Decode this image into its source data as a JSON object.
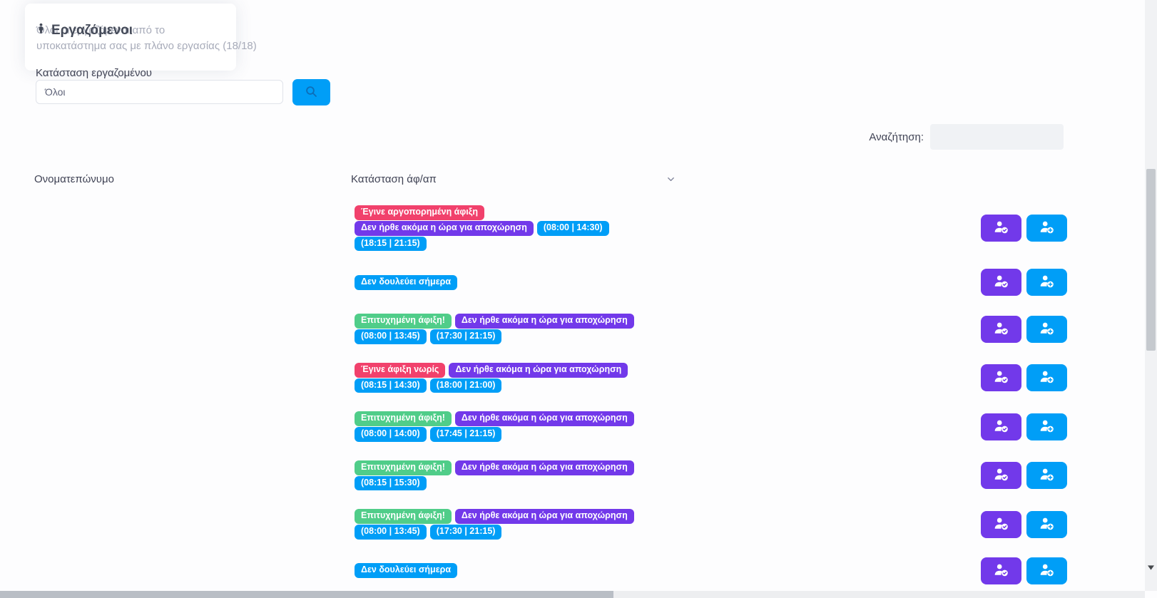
{
  "header_card": {
    "title": "Εργαζόμενοι",
    "subtitle_line1": "Όλοι οι εργαζόμενοι από το",
    "subtitle_line2": "υποκατάστημα σας με πλάνο εργασίας (18/18)"
  },
  "filter": {
    "label": "Κατάσταση εργαζομένου",
    "selected_option": "Όλοι"
  },
  "search": {
    "label": "Αναζήτηση:",
    "value": ""
  },
  "table": {
    "name_column": "Ονοματεπώνυμο",
    "status_column": "Κατάσταση άφ/απ",
    "rows": [
      {
        "name": "",
        "lines": [
          [
            {
              "text": "Έγινε αργοπορημένη άφιξη",
              "color": "danger"
            }
          ],
          [
            {
              "text": "Δεν ήρθε ακόμα η ώρα για αποχώρηση",
              "color": "purple"
            },
            {
              "text": "(08:00 | 14:30)",
              "color": "info"
            }
          ],
          [
            {
              "text": "(18:15 | 21:15)",
              "color": "info"
            }
          ]
        ]
      },
      {
        "name": "",
        "lines": [
          [
            {
              "text": "Δεν δουλεύει σήμερα",
              "color": "info"
            }
          ]
        ]
      },
      {
        "name": "",
        "lines": [
          [
            {
              "text": "Επιτυχημένη άφιξη!",
              "color": "success"
            },
            {
              "text": "Δεν ήρθε ακόμα η ώρα για αποχώρηση",
              "color": "purple"
            }
          ],
          [
            {
              "text": "(08:00 | 13:45)",
              "color": "info"
            },
            {
              "text": "(17:30 | 21:15)",
              "color": "info"
            }
          ]
        ]
      },
      {
        "name": "",
        "lines": [
          [
            {
              "text": "Έγινε άφιξη νωρίς",
              "color": "danger"
            },
            {
              "text": "Δεν ήρθε ακόμα η ώρα για αποχώρηση",
              "color": "purple"
            }
          ],
          [
            {
              "text": "(08:15 | 14:30)",
              "color": "info"
            },
            {
              "text": "(18:00 | 21:00)",
              "color": "info"
            }
          ]
        ]
      },
      {
        "name": "",
        "lines": [
          [
            {
              "text": "Επιτυχημένη άφιξη!",
              "color": "success"
            },
            {
              "text": "Δεν ήρθε ακόμα η ώρα για αποχώρηση",
              "color": "purple"
            }
          ],
          [
            {
              "text": "(08:00 | 14:00)",
              "color": "info"
            },
            {
              "text": "(17:45 | 21:15)",
              "color": "info"
            }
          ]
        ]
      },
      {
        "name": "",
        "lines": [
          [
            {
              "text": "Επιτυχημένη άφιξη!",
              "color": "success"
            },
            {
              "text": "Δεν ήρθε ακόμα η ώρα για αποχώρηση",
              "color": "purple"
            }
          ],
          [
            {
              "text": "(08:15 | 15:30)",
              "color": "info"
            }
          ]
        ]
      },
      {
        "name": "",
        "lines": [
          [
            {
              "text": "Επιτυχημένη άφιξη!",
              "color": "success"
            },
            {
              "text": "Δεν ήρθε ακόμα η ώρα για αποχώρηση",
              "color": "purple"
            }
          ],
          [
            {
              "text": "(08:00 | 13:45)",
              "color": "info"
            },
            {
              "text": "(17:30 | 21:15)",
              "color": "info"
            }
          ]
        ]
      },
      {
        "name": "",
        "lines": [
          [
            {
              "text": "Δεν δουλεύει σήμερα",
              "color": "info"
            }
          ]
        ]
      }
    ]
  },
  "icons": {
    "title": "person-icon",
    "filter_button": "search-icon",
    "status_column": "chevron-down-icon",
    "action_primary": "user-check-icon",
    "action_secondary": "user-plus-icon"
  },
  "colors": {
    "success": "#50cd89",
    "danger": "#f1416c",
    "purple": "#7239ea",
    "info": "#009ef7",
    "action_purple": "#7239ea",
    "action_blue": "#009ef7"
  }
}
